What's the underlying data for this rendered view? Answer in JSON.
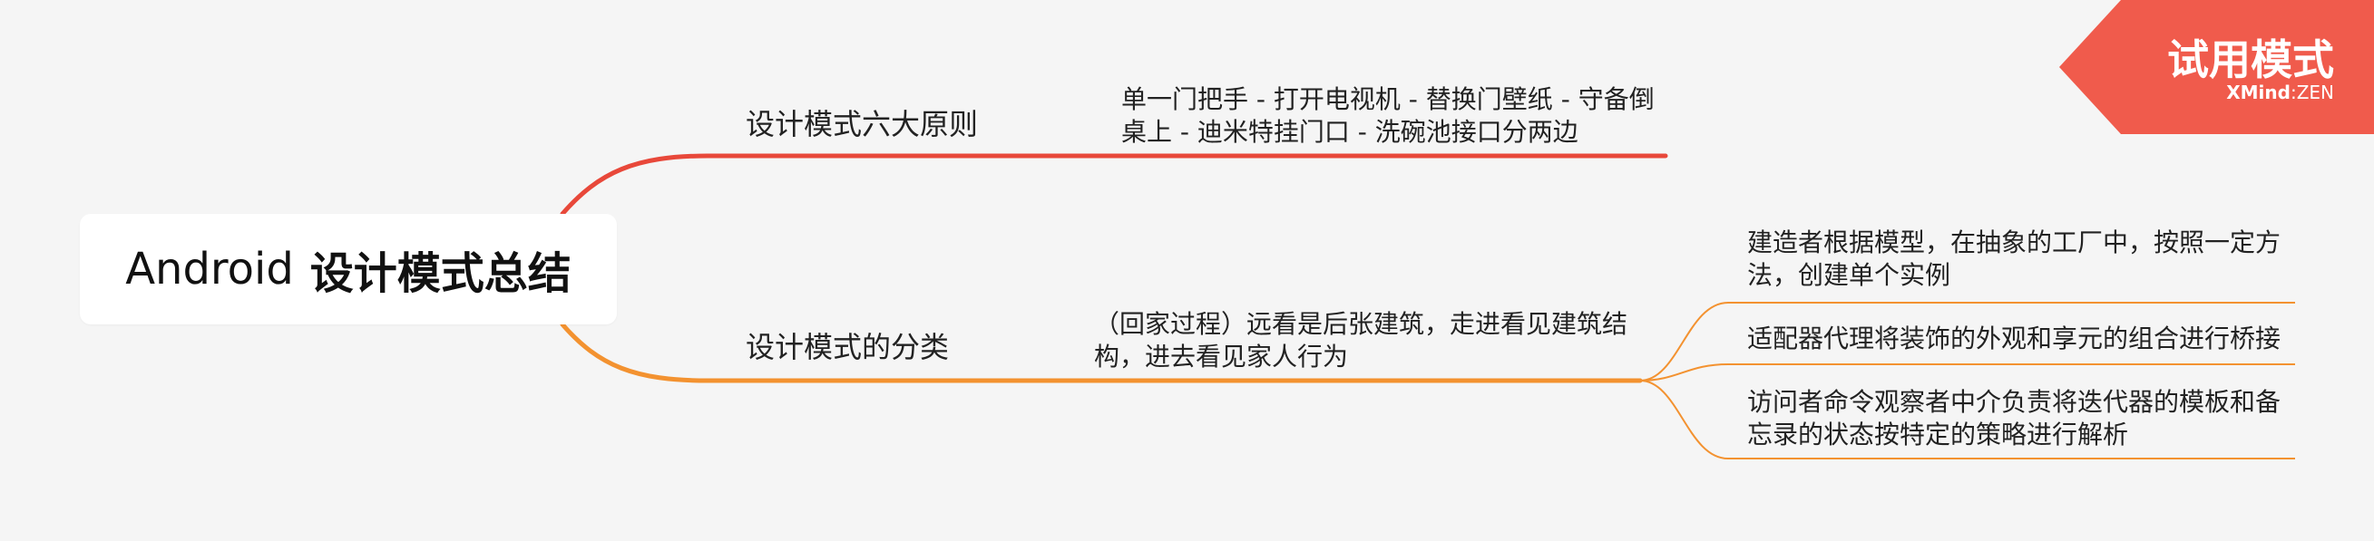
{
  "root": {
    "title_plain": "Android",
    "title_bold": "设计模式总结"
  },
  "branches": [
    {
      "label": "设计模式六大原则",
      "color": "#e8483a",
      "note": [
        "单一门把手 - 打开电视机 - 替换门壁纸 - 守备倒",
        "桌上 - 迪米特挂门口 - 洗碗池接口分两边"
      ]
    },
    {
      "label": "设计模式的分类",
      "color": "#f39230",
      "note": [
        "（回家过程）远看是后张建筑，走进看见建筑结",
        "构，进去看见家人行为"
      ],
      "children": [
        {
          "lines": [
            "建造者根据模型，在抽象的工厂中，按照一定方",
            "法，创建单个实例"
          ]
        },
        {
          "lines": [
            "适配器代理将装饰的外观和享元的组合进行桥接"
          ]
        },
        {
          "lines": [
            "访问者命令观察者中介负责将迭代器的模板和备",
            "忘录的状态按特定的策略进行解析"
          ]
        }
      ]
    }
  ],
  "badge": {
    "title": "试用模式",
    "brand_strong": "XMind",
    "brand_sep": ":",
    "brand_light": "ZEN",
    "color": "#f05b4c"
  }
}
